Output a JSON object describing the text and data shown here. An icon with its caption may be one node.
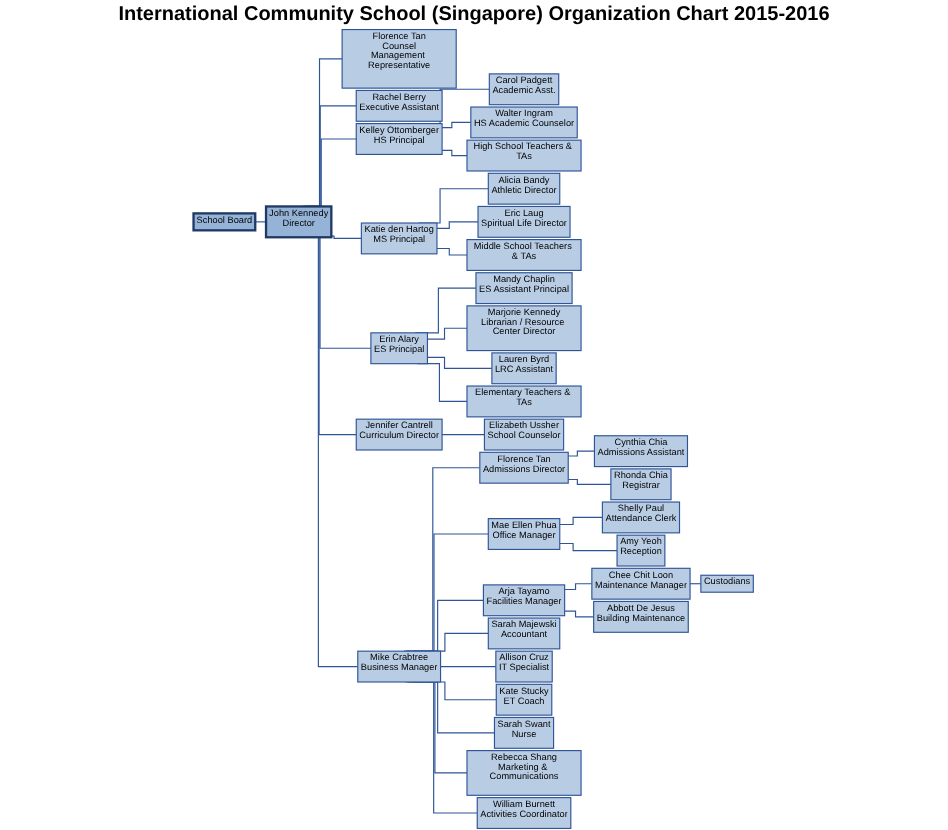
{
  "diagram": {
    "title": "International Community School (Singapore) Organization Chart 2015-2016",
    "nodes": [
      {
        "text": [
          "School Board"
        ]
      },
      {
        "text": [
          "John Kennedy",
          "Director"
        ]
      },
      {
        "text": [
          "Florence Tan",
          "Counsel",
          "Management Representative"
        ]
      },
      {
        "text": [
          "Rachel Berry",
          "Executive Assistant"
        ]
      },
      {
        "text": [
          "Kelley Ottomberger",
          "HS Principal"
        ]
      },
      {
        "text": [
          "Carol Padgett",
          "Academic Asst."
        ]
      },
      {
        "text": [
          "Walter Ingram",
          "HS Academic Counselor"
        ]
      },
      {
        "text": [
          "High School Teachers & TAs"
        ]
      },
      {
        "text": [
          "Katie den Hartog",
          "MS Principal"
        ]
      },
      {
        "text": [
          "Alicia Bandy",
          "Athletic Director"
        ]
      },
      {
        "text": [
          "Eric Laug",
          "Spiritual Life Director"
        ]
      },
      {
        "text": [
          "Middle School Teachers & TAs"
        ]
      },
      {
        "text": [
          "Erin Alary",
          "ES Principal"
        ]
      },
      {
        "text": [
          "Mandy Chaplin",
          "ES Assistant Principal"
        ]
      },
      {
        "text": [
          "Marjorie Kennedy",
          "Librarian / Resource Center Director"
        ]
      },
      {
        "text": [
          "Lauren Byrd",
          "LRC Assistant"
        ]
      },
      {
        "text": [
          "Elementary Teachers & TAs"
        ]
      },
      {
        "text": [
          "Jennifer Cantrell",
          "Curriculum Director"
        ]
      },
      {
        "text": [
          "Elizabeth Ussher",
          "School Counselor"
        ]
      },
      {
        "text": [
          "Mike Crabtree",
          "Business Manager"
        ]
      },
      {
        "text": [
          "Florence Tan",
          "Admissions Director"
        ]
      },
      {
        "text": [
          "Cynthia Chia",
          "Admissions Assistant"
        ]
      },
      {
        "text": [
          "Rhonda Chia",
          "Registrar"
        ]
      },
      {
        "text": [
          "Mae Ellen Phua",
          "Office Manager"
        ]
      },
      {
        "text": [
          "Shelly Paul",
          "Attendance Clerk"
        ]
      },
      {
        "text": [
          "Amy Yeoh",
          "Reception"
        ]
      },
      {
        "text": [
          "Arja Tayamo",
          "Facilities Manager"
        ]
      },
      {
        "text": [
          "Chee Chit Loon",
          "Maintenance Manager"
        ]
      },
      {
        "text": [
          "Custodians"
        ]
      },
      {
        "text": [
          "Abbott De Jesus",
          "Building Maintenance"
        ]
      },
      {
        "text": [
          "Sarah Majewski",
          "Accountant"
        ]
      },
      {
        "text": [
          "Allison Cruz",
          "IT Specialist"
        ]
      },
      {
        "text": [
          "Kate Stucky",
          "ET Coach"
        ]
      },
      {
        "text": [
          "Sarah Swant",
          "Nurse"
        ]
      },
      {
        "text": [
          "Rebecca Shang",
          "Marketing & Communications"
        ]
      },
      {
        "text": [
          "William Burnett",
          "Activities Coordinator"
        ]
      }
    ],
    "edges": [
      {
        "from": 0,
        "to": 1,
        "arrow": "none"
      },
      {
        "from": 1,
        "to": 2,
        "arrow": "none"
      },
      {
        "from": 1,
        "to": 3,
        "arrow": "none"
      },
      {
        "from": 1,
        "to": 4,
        "arrow": "none"
      },
      {
        "from": 1,
        "to": 8,
        "arrow": "none"
      },
      {
        "from": 1,
        "to": 12,
        "arrow": "none"
      },
      {
        "from": 1,
        "to": 17,
        "arrow": "none"
      },
      {
        "from": 1,
        "to": 19,
        "arrow": "none"
      },
      {
        "from": 4,
        "to": 5,
        "arrow": "none"
      },
      {
        "from": 4,
        "to": 6,
        "arrow": "none"
      },
      {
        "from": 4,
        "to": 7,
        "arrow": "none"
      },
      {
        "from": 8,
        "to": 9,
        "arrow": "none"
      },
      {
        "from": 8,
        "to": 10,
        "arrow": "none"
      },
      {
        "from": 8,
        "to": 11,
        "arrow": "none"
      },
      {
        "from": 12,
        "to": 13,
        "arrow": "none"
      },
      {
        "from": 12,
        "to": 14,
        "arrow": "none"
      },
      {
        "from": 12,
        "to": 15,
        "arrow": "none"
      },
      {
        "from": 12,
        "to": 16,
        "arrow": "none"
      },
      {
        "from": 17,
        "to": 18,
        "arrow": "none"
      },
      {
        "from": 19,
        "to": 20,
        "arrow": "none"
      },
      {
        "from": 19,
        "to": 23,
        "arrow": "none"
      },
      {
        "from": 19,
        "to": 26,
        "arrow": "none"
      },
      {
        "from": 19,
        "to": 30,
        "arrow": "none"
      },
      {
        "from": 19,
        "to": 31,
        "arrow": "none"
      },
      {
        "from": 19,
        "to": 32,
        "arrow": "none"
      },
      {
        "from": 19,
        "to": 33,
        "arrow": "none"
      },
      {
        "from": 19,
        "to": 34,
        "arrow": "none"
      },
      {
        "from": 19,
        "to": 35,
        "arrow": "none"
      },
      {
        "from": 20,
        "to": 21,
        "arrow": "none"
      },
      {
        "from": 20,
        "to": 22,
        "arrow": "none"
      },
      {
        "from": 23,
        "to": 24,
        "arrow": "none"
      },
      {
        "from": 23,
        "to": 25,
        "arrow": "none"
      },
      {
        "from": 26,
        "to": 27,
        "arrow": "none"
      },
      {
        "from": 27,
        "to": 28,
        "arrow": "none"
      },
      {
        "from": 26,
        "to": 29,
        "arrow": "none"
      }
    ]
  }
}
